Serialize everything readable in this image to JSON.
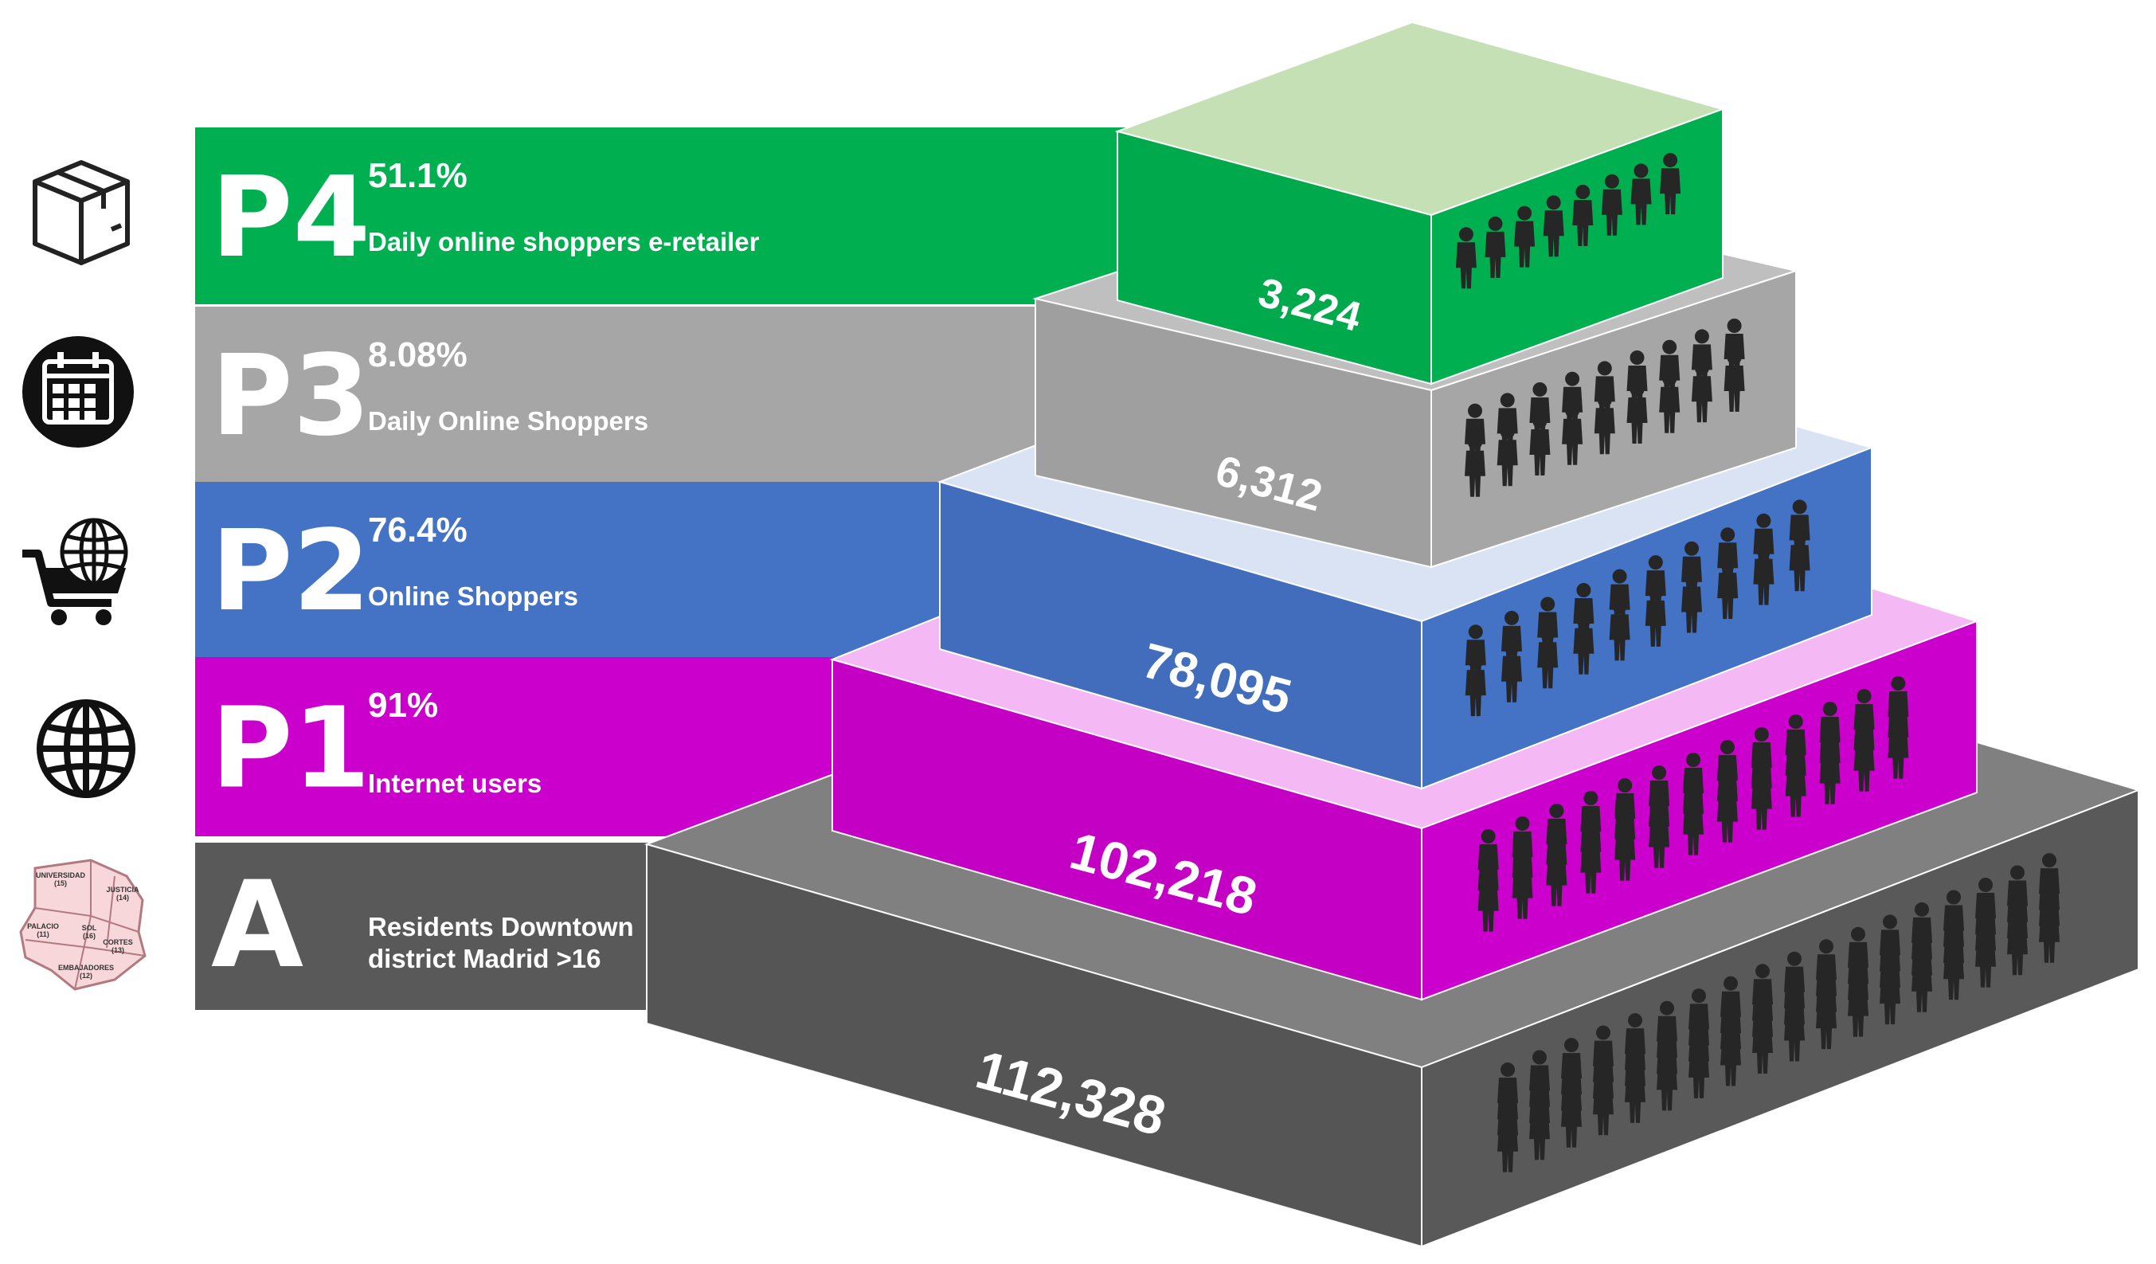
{
  "tiers": [
    {
      "code": "P4",
      "percent": "51.1%",
      "label": "Daily online shoppers e-retailer",
      "count": "3,224",
      "icon": "package-box-icon",
      "colors": {
        "band": "#00b050",
        "top": "#c5e0b4",
        "front": "#00b050",
        "side": "#00b050"
      }
    },
    {
      "code": "P3",
      "percent": "8.08%",
      "label": "Daily Online Shoppers",
      "count": "6,312",
      "icon": "calendar-icon",
      "colors": {
        "band": "#a6a6a6",
        "top": "#bfbfbf",
        "front": "#a6a6a6",
        "side": "#a6a6a6"
      }
    },
    {
      "code": "P2",
      "percent": "76.4%",
      "label": "Online Shoppers",
      "count": "78,095",
      "icon": "shopping-cart-globe-icon",
      "colors": {
        "band": "#4472c4",
        "top": "#dae3f3",
        "front": "#4472c4",
        "side": "#4472c4"
      }
    },
    {
      "code": "P1",
      "percent": "91%",
      "label": "Internet users",
      "count": "102,218",
      "icon": "globe-icon",
      "colors": {
        "band": "#cc00cc",
        "top": "#f4b9f4",
        "front": "#cc00cc",
        "side": "#cc00cc"
      }
    },
    {
      "code": "A",
      "percent": "",
      "label": "Residents Downtown district Madrid >16",
      "count": "112,328",
      "icon": "madrid-district-map-icon",
      "colors": {
        "band": "#595959",
        "top": "#808080",
        "front": "#595959",
        "side": "#595959"
      }
    }
  ],
  "district_map": {
    "labels": [
      "UNIVERSIDAD (15)",
      "JUSTICIA (14)",
      "PALACIO (11)",
      "SOL (16)",
      "CORTES (13)",
      "EMBAJADORES (12)"
    ],
    "fill": "#f8d7da"
  },
  "crowd_color": "#262626"
}
